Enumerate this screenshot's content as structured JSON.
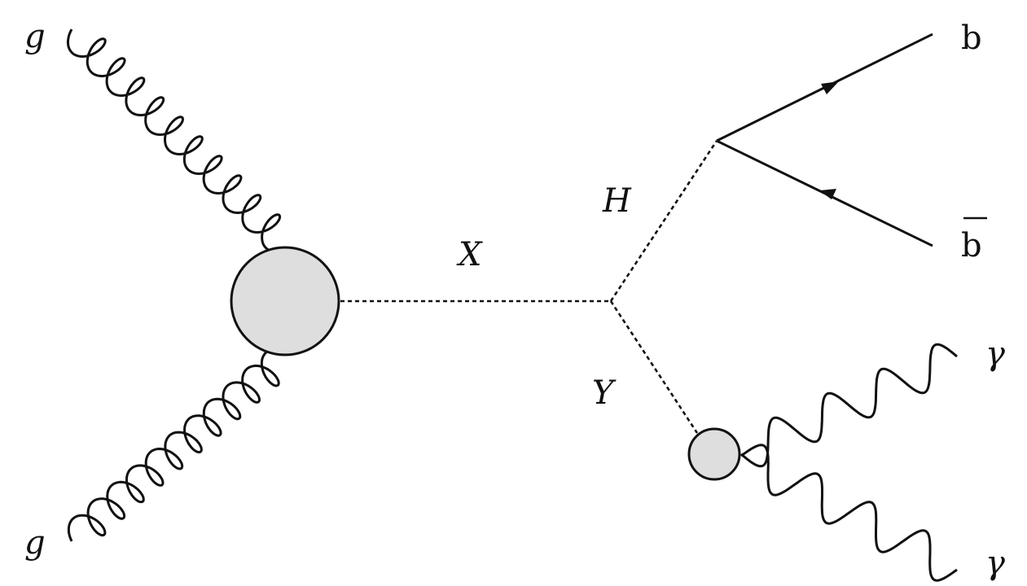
{
  "labels": {
    "gluon_top": "g",
    "gluon_bottom": "g",
    "x_boson": "X",
    "higgs": "H",
    "y_boson": "Y",
    "b_quark": "b",
    "b_antiquark": "b",
    "photon_top": "γ",
    "photon_bottom": "γ"
  }
}
